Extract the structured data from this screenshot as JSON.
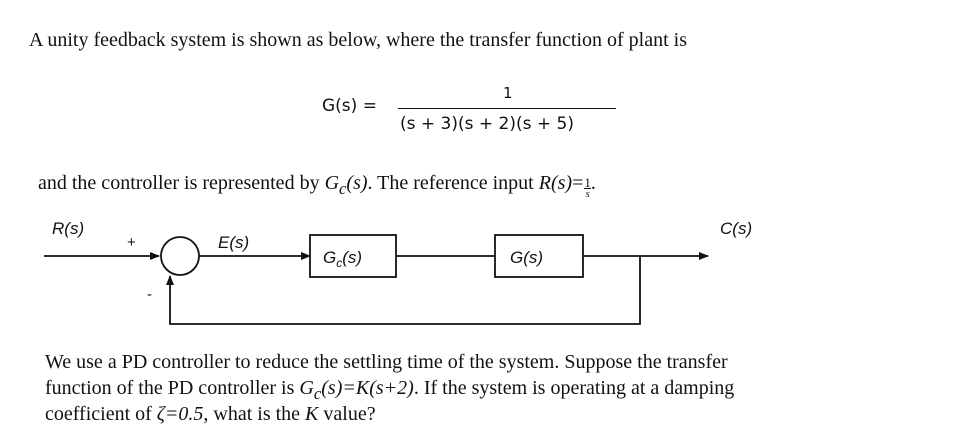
{
  "problem": {
    "intro": "A unity feedback system is shown as below, where the transfer function of plant is",
    "equation": {
      "lhs": "G(s) =",
      "numerator": "1",
      "denominator": "(s + 3)(s + 2)(s + 5)"
    },
    "controller_sentence": {
      "part1": "and the controller is represented by ",
      "gc": "G",
      "gc_sub": "c",
      "gc_arg": "(s)",
      "part2": ". The reference input ",
      "r": "R(s)",
      "eq_sign": "=",
      "frac_num": "1",
      "frac_den": "s",
      "period": "."
    },
    "question": {
      "line1": "We use a PD controller to reduce the settling time of the system. Suppose the transfer",
      "line2_part1": "function of the PD controller is ",
      "line2_gc": "G",
      "line2_gc_sub": "c",
      "line2_gc_expr": "(s)=K(s+2)",
      "line2_part2": ". If the system is operating at a damping",
      "line3_part1": "coefficient of ",
      "line3_zeta": "ζ=0.5",
      "line3_part2": ", what is the ",
      "line3_k": "K",
      "line3_part3": " value?"
    }
  },
  "diagram": {
    "input_label": "R(s)",
    "plus_sign": "+",
    "minus_sign": "-",
    "error_label": "E(s)",
    "controller_block": "G",
    "controller_block_sub": "c",
    "controller_block_arg": "(s)",
    "plant_block": "G(s)",
    "output_label": "C(s)"
  }
}
